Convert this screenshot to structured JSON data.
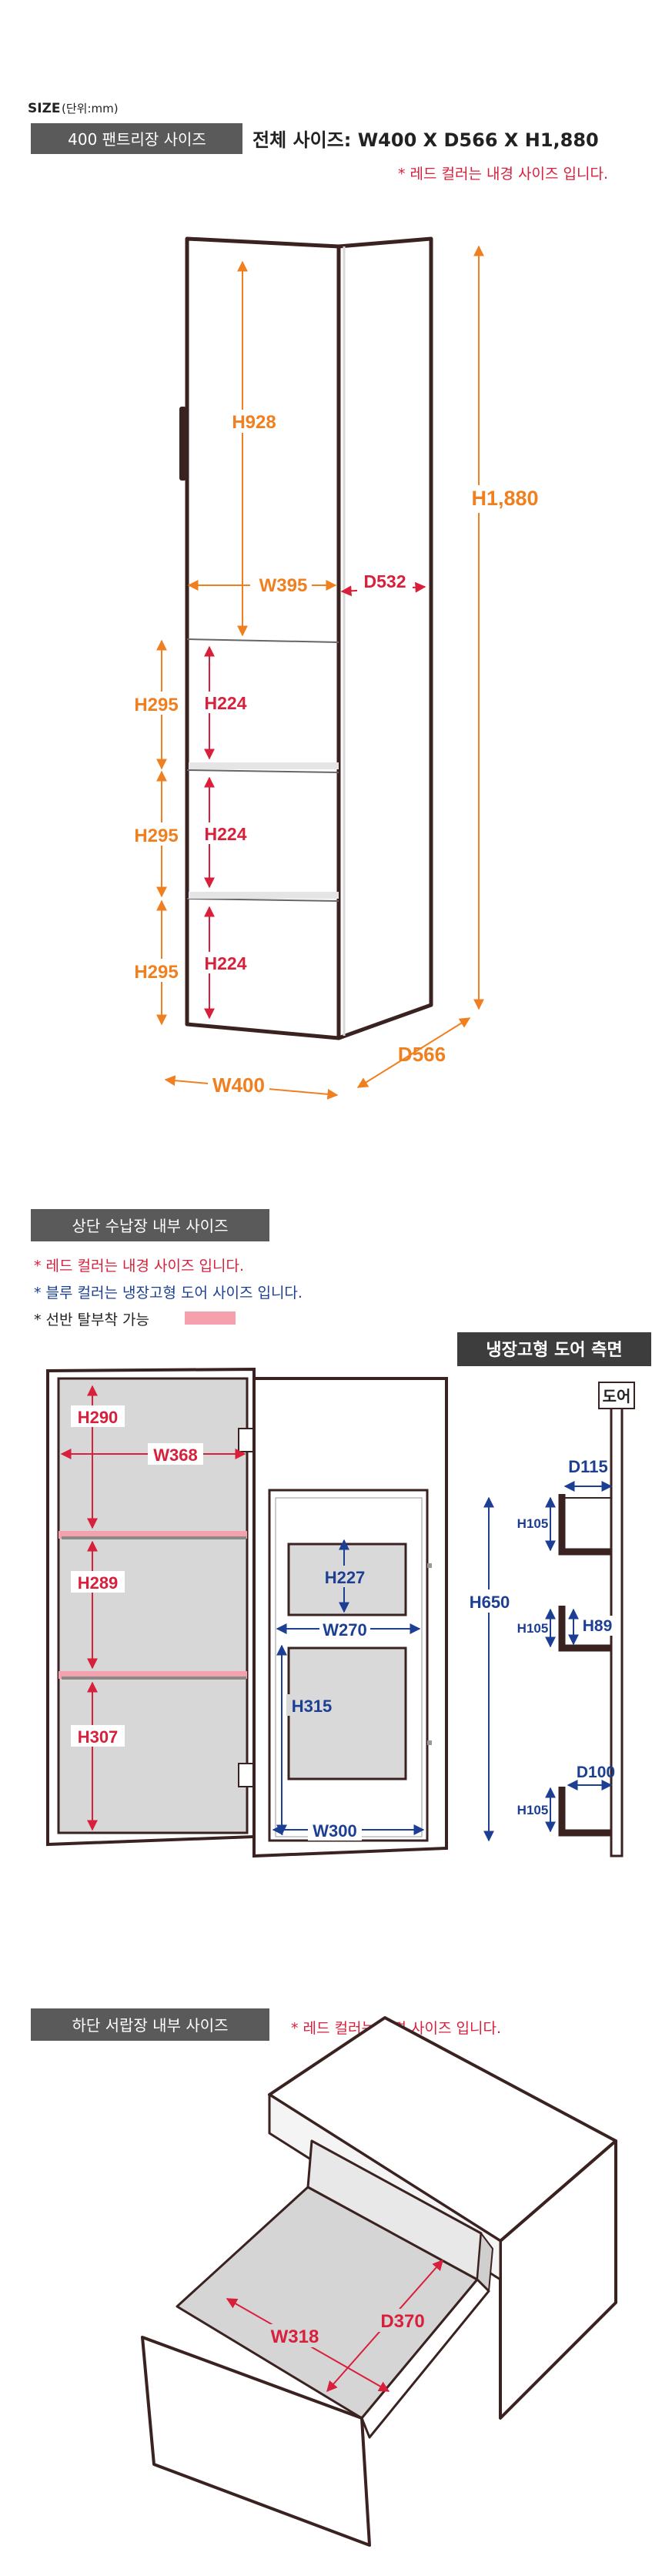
{
  "size_header": {
    "label": "SIZE",
    "unit": "(단위:mm)"
  },
  "section1": {
    "tag": "400 팬트리장 사이즈",
    "total": "전체 사이즈: W400 X D566 X H1,880",
    "note": "* 레드 컬러는 내경 사이즈 입니다.",
    "dims": {
      "h928": "H928",
      "h1880": "H1,880",
      "w395": "W395",
      "d532": "D532",
      "h295_1": "H295",
      "h295_2": "H295",
      "h295_3": "H295",
      "h224_1": "H224",
      "h224_2": "H224",
      "h224_3": "H224",
      "w400": "W400",
      "d566": "D566"
    }
  },
  "section2": {
    "tag": "상단 수납장  내부 사이즈",
    "notes": {
      "red": "* 레드 컬러는 내경 사이즈 입니다.",
      "blue": "* 블루 컬러는 냉장고형 도어 사이즈 입니다.",
      "shelf": "* 선반 탈부착 가능"
    },
    "door_side_title": "냉장고형 도어 측면",
    "door_label": "도어",
    "dims": {
      "h290": "H290",
      "w368": "W368",
      "h289": "H289",
      "h307": "H307",
      "h227": "H227",
      "w270": "W270",
      "h315": "H315",
      "w300": "W300",
      "h650": "H650",
      "d115": "D115",
      "h105_1": "H105",
      "h89": "H89",
      "h105_2": "H105",
      "d100": "D100",
      "h105_3": "H105"
    }
  },
  "section3": {
    "tag": "하단 서랍장  내부 사이즈",
    "note": "* 레드 컬러는 내경 사이즈 입니다.",
    "dims": {
      "w318": "W318",
      "d370": "D370"
    }
  },
  "colors": {
    "orange": "#f0801f",
    "red": "#d81f3b",
    "blue": "#1c3f94",
    "tag_bg": "#5a5a5a",
    "pink_swatch": "#f4a0ad"
  }
}
